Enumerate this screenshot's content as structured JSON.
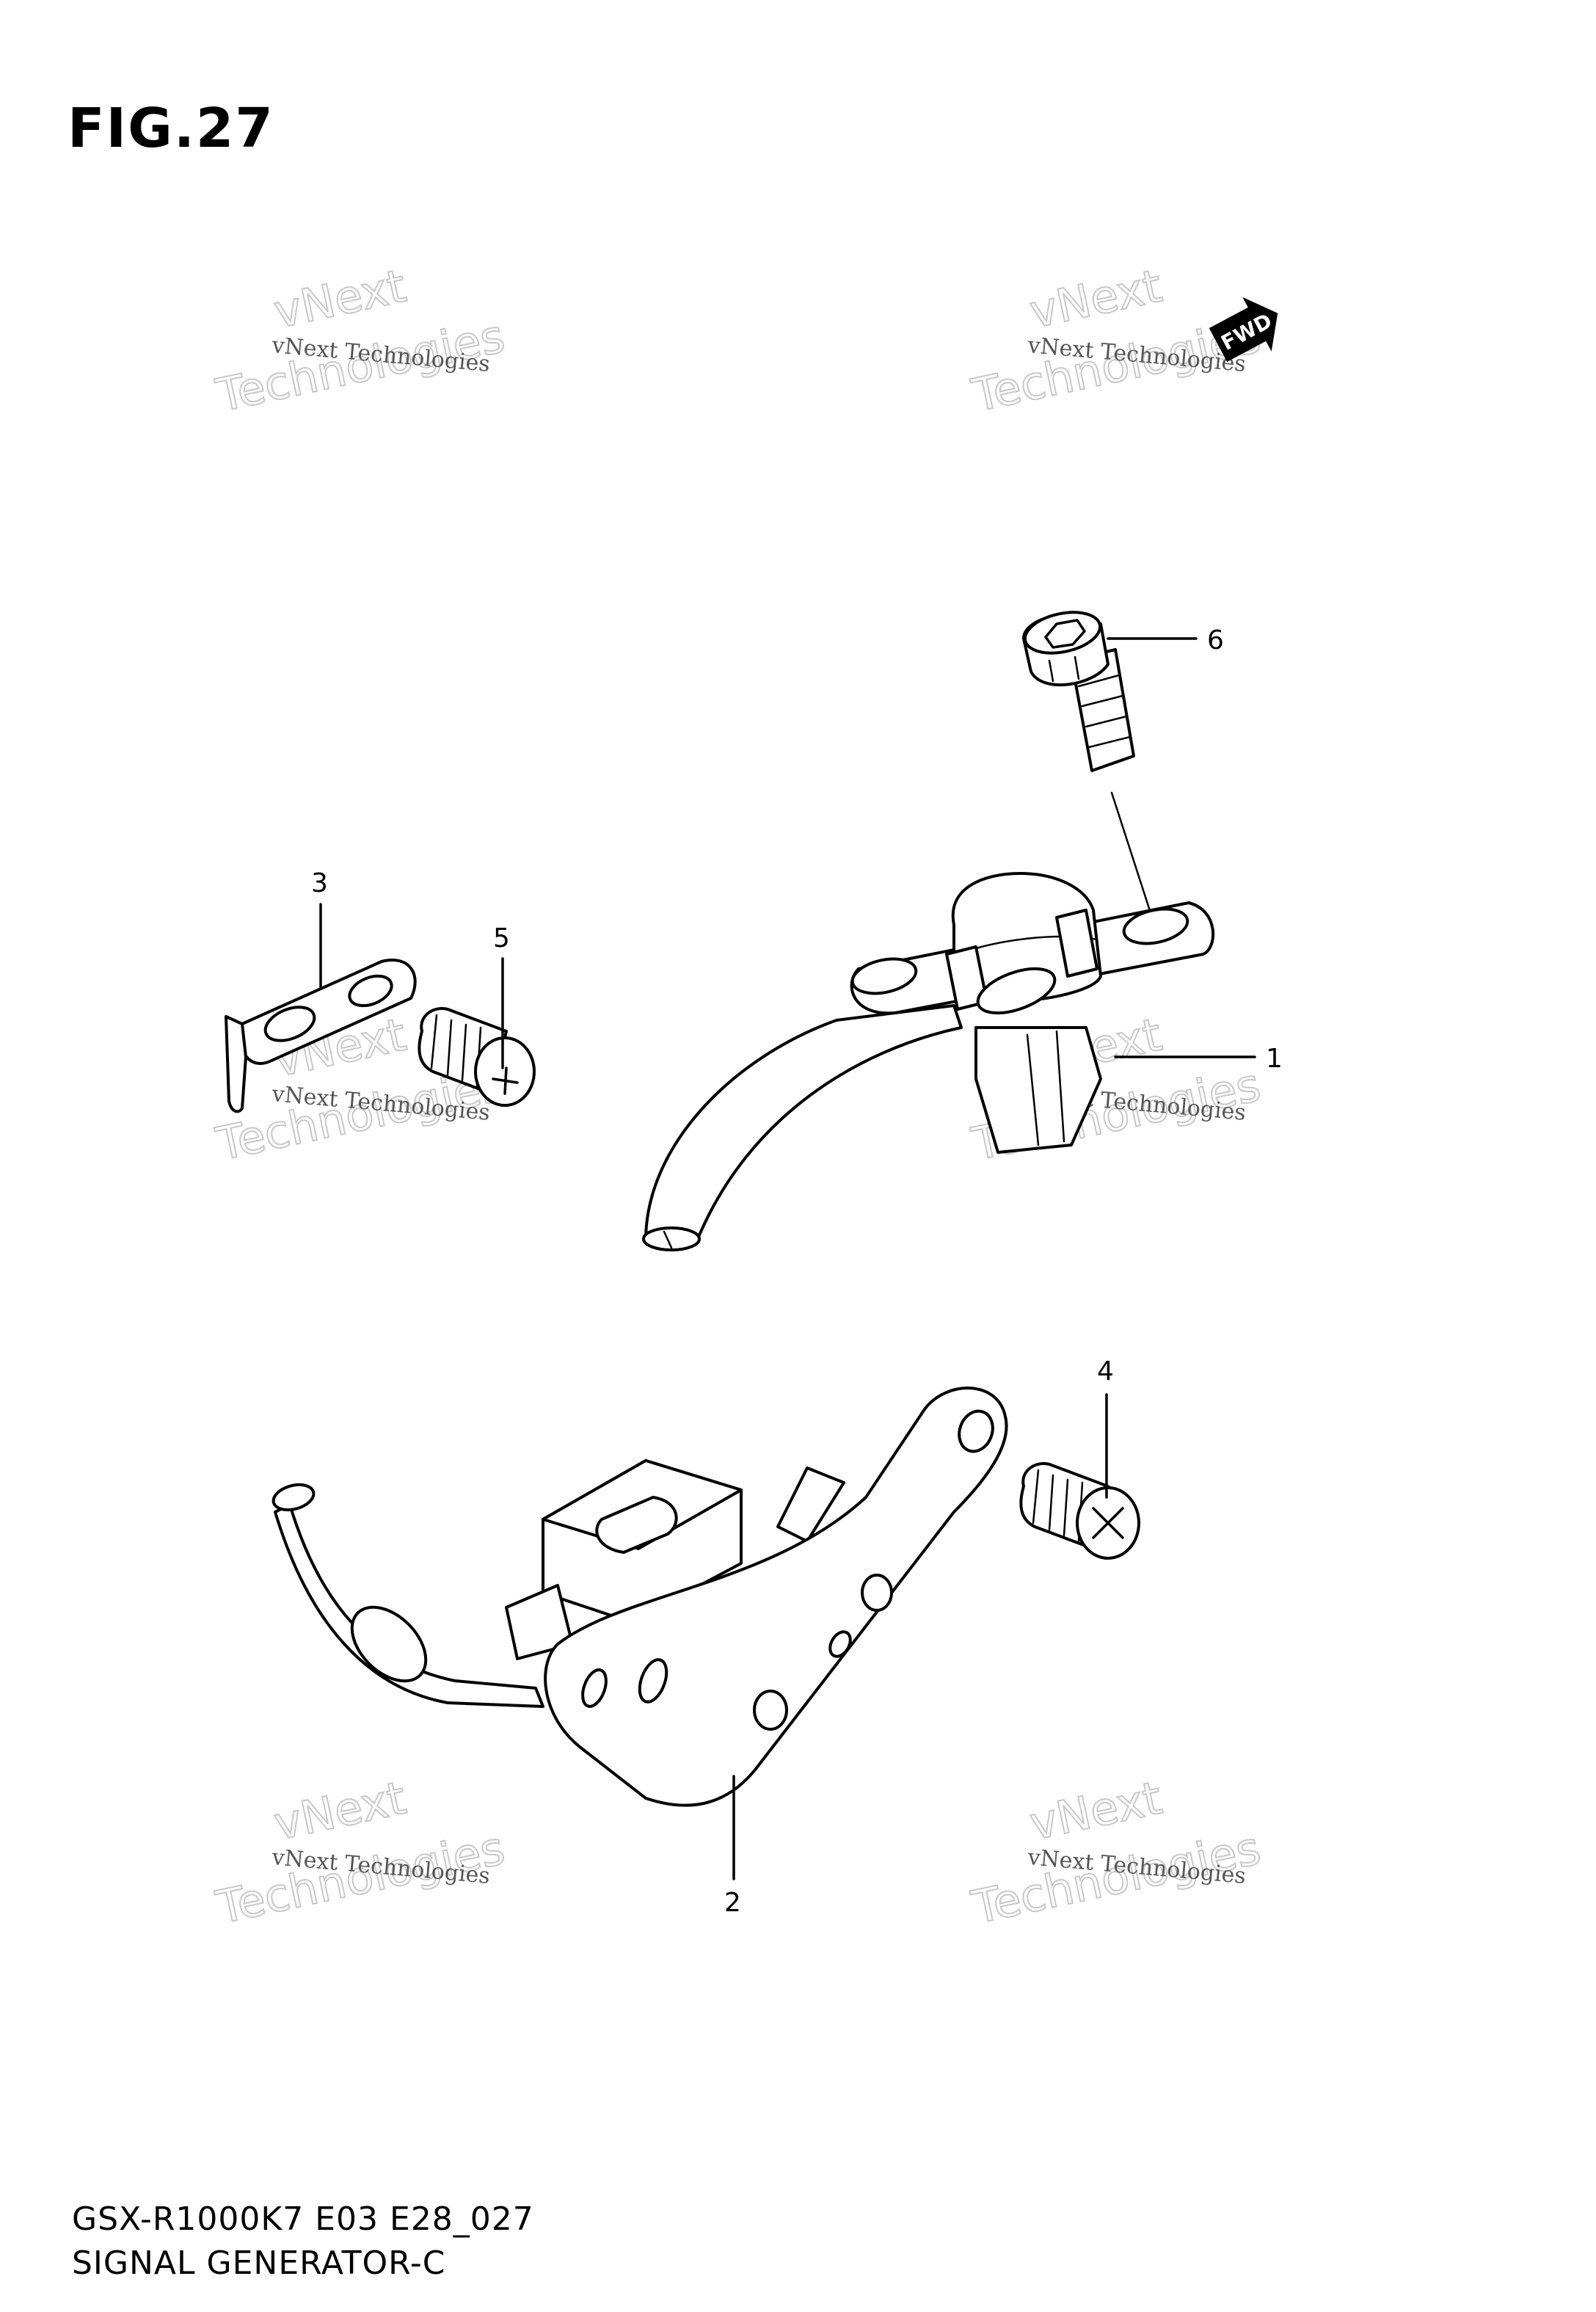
{
  "figure": {
    "title": "FIG.27"
  },
  "fwd_badge": {
    "label": "FWD"
  },
  "callouts": [
    "6",
    "3",
    "5",
    "1",
    "4",
    "2"
  ],
  "watermark": {
    "line_small": "vNext Technologies",
    "line_big_1": "vNext",
    "line_big_2": "Technologies"
  },
  "footer": {
    "model": "GSX-R1000K7 E03 E28_027",
    "section": "SIGNAL GENERATOR-C"
  }
}
